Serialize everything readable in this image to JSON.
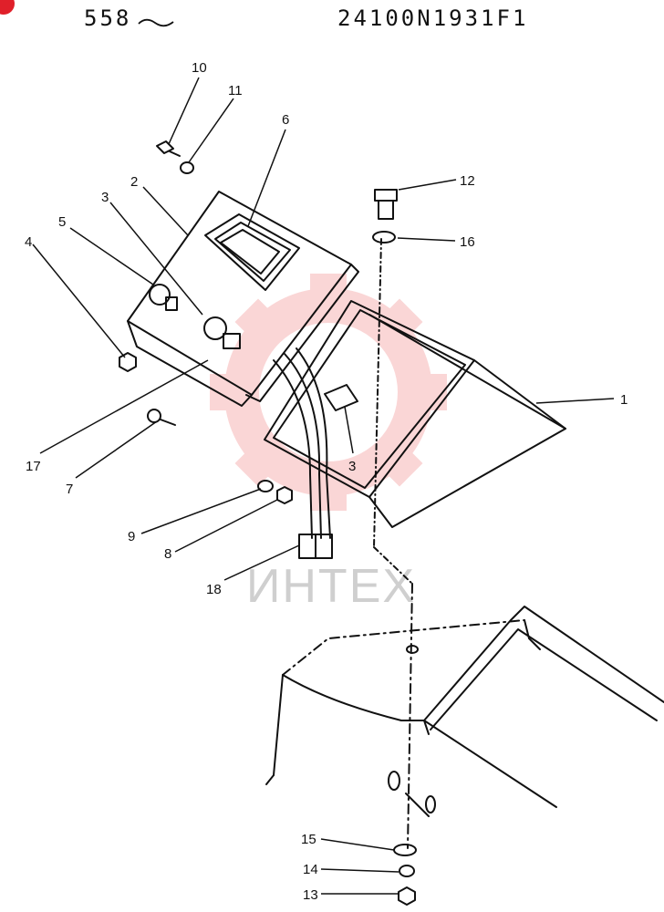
{
  "header": {
    "page_ref": "558",
    "part_number": "24100N1931F1"
  },
  "watermark": {
    "text": "ИНТЕХ",
    "color": "#f28b8b"
  },
  "colors": {
    "ink": "#111111",
    "corner_badge": "#e0202a"
  },
  "callouts": [
    "10",
    "11",
    "6",
    "2",
    "3",
    "5",
    "4",
    "12",
    "16",
    "1",
    "17",
    "7",
    "3",
    "9",
    "8",
    "18",
    "15",
    "14",
    "13"
  ]
}
